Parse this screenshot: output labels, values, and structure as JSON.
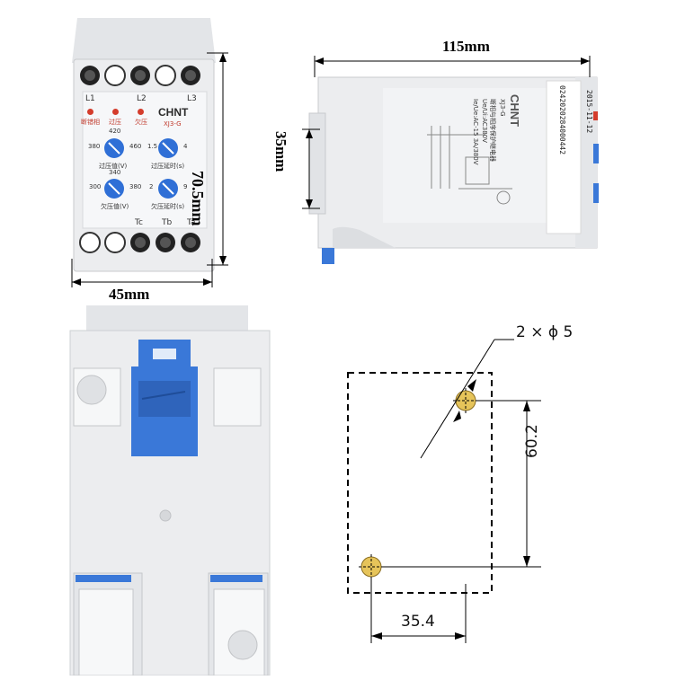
{
  "dimensions": {
    "front_height": "70.5mm",
    "front_width": "45mm",
    "side_length": "115mm",
    "side_height": "35mm"
  },
  "front_panel": {
    "brand": "CHNT",
    "model": "XJ3-G",
    "phase_labels": [
      "L1",
      "L2",
      "L3"
    ],
    "led_labels": [
      "断错相",
      "过压",
      "欠压"
    ],
    "knob_overvoltage": {
      "label": "过压值(V)",
      "top": "420",
      "left": "380",
      "right": "460"
    },
    "knob_overdelay": {
      "label": "过压延时(s)",
      "left": "1.5",
      "right": "4"
    },
    "knob_undervoltage": {
      "label": "欠压值(V)",
      "top": "340",
      "left": "300",
      "right": "380"
    },
    "knob_underdelay": {
      "label": "欠压延时(s)",
      "left": "2",
      "right": "9"
    },
    "terminal_labels": [
      "Tc",
      "Tb",
      "Ta"
    ]
  },
  "side_label": {
    "brand": "CHNT",
    "model": "XJ3-G",
    "product": "断相与相序保护继电器",
    "spec1": "Ue/Ui:AC380V",
    "spec2": "Ie/Ue:AC-15 3A/380V",
    "serial": "0242020284000442",
    "date": "2015-11-12"
  },
  "mounting": {
    "holes": "2 × ϕ 5",
    "vertical": "60.2",
    "horizontal": "35.4"
  },
  "colors": {
    "housing": "#e9eaec",
    "housing_shadow": "#cfd1d4",
    "knob_blue": "#2f6fd6",
    "clip_blue": "#3a78d8",
    "led_red": "#d43c2c",
    "hole_fill": "#e6c45a"
  }
}
